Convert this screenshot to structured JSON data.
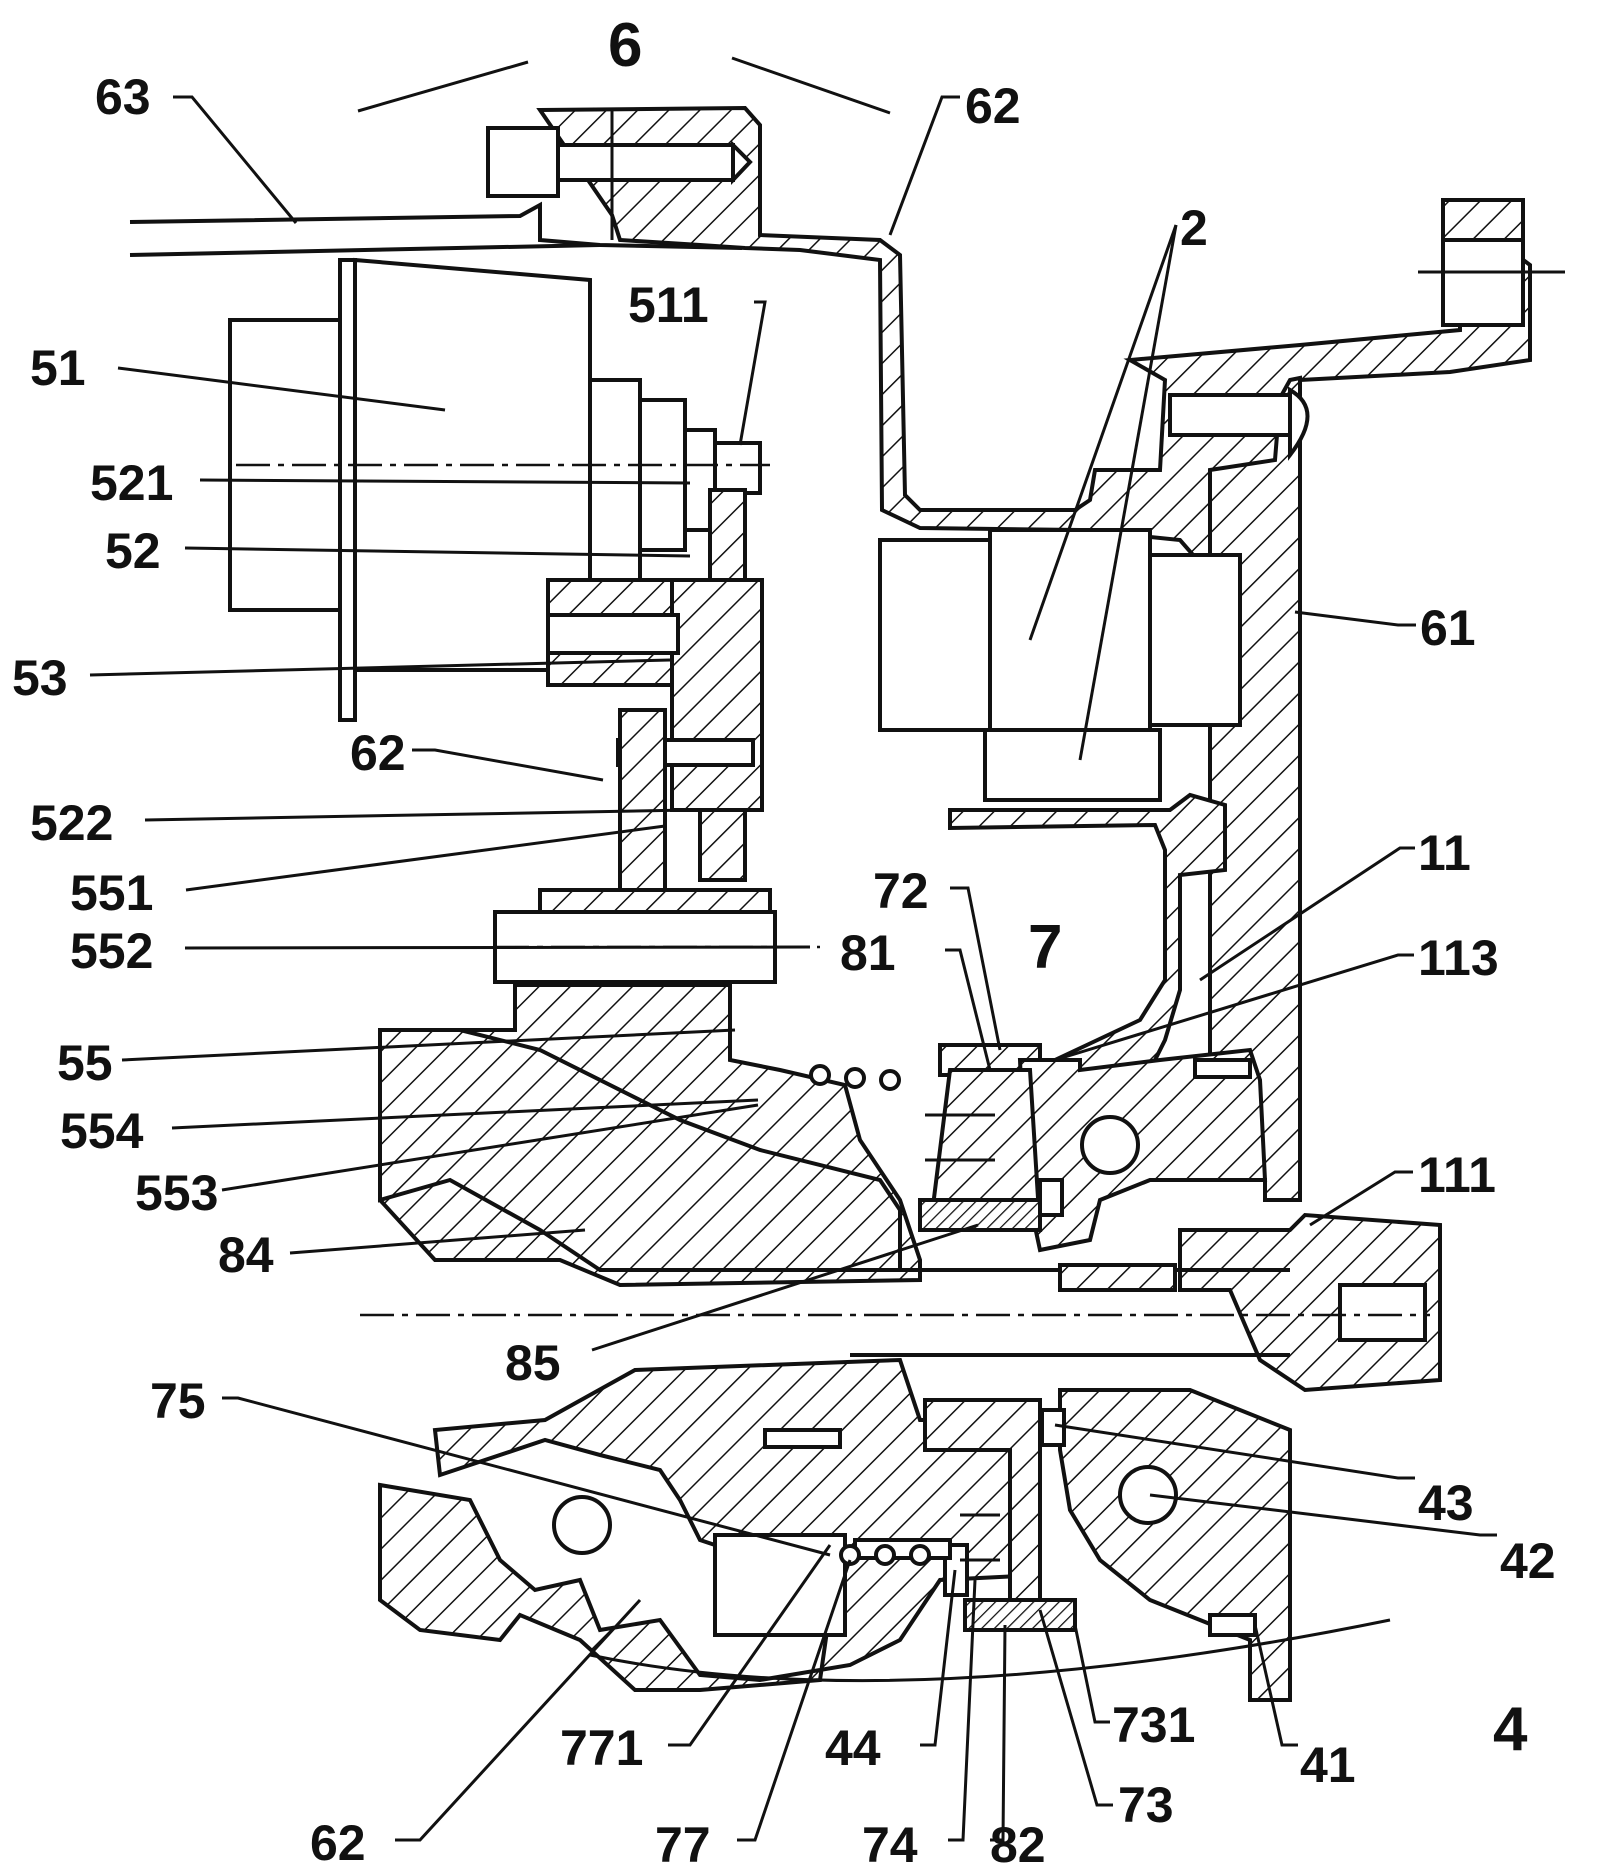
{
  "labels": {
    "l6": "6",
    "l63": "63",
    "l62a": "62",
    "l2": "2",
    "l511": "511",
    "l51": "51",
    "l521": "521",
    "l52": "52",
    "l61": "61",
    "l53": "53",
    "l62b": "62",
    "l522": "522",
    "l551": "551",
    "l72": "72",
    "l11": "11",
    "l7": "7",
    "l552": "552",
    "l81": "81",
    "l113": "113",
    "l55": "55",
    "l554": "554",
    "l553": "553",
    "l111": "111",
    "l84": "84",
    "l85": "85",
    "l75": "75",
    "l43": "43",
    "l42": "42",
    "l771": "771",
    "l44": "44",
    "l731": "731",
    "l4": "4",
    "l41": "41",
    "l62c": "62",
    "l77": "77",
    "l74": "74",
    "l82": "82",
    "l73": "73"
  }
}
